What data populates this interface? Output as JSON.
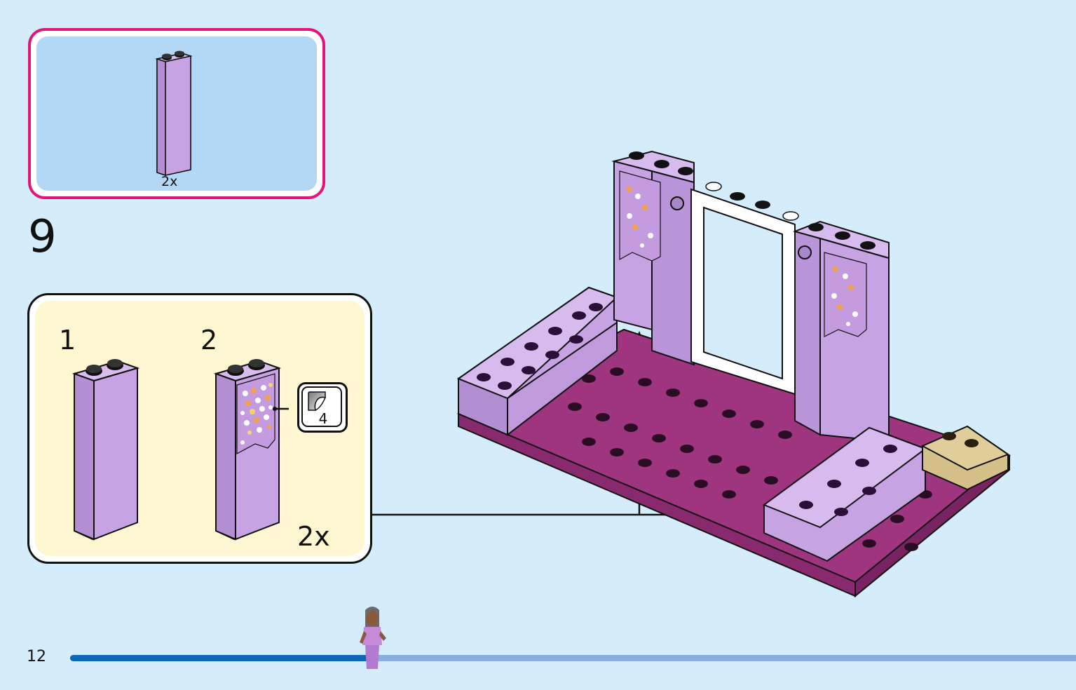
{
  "parts_panel": {
    "quantity_label": "2x",
    "part_icon": "brick-1x2x5-icon",
    "border_color": "#e0167b",
    "background_color": "#b3d8f5"
  },
  "step": {
    "number": "9"
  },
  "sub_assembly": {
    "substeps": [
      {
        "label": "1",
        "icon": "brick-1x2x5-icon"
      },
      {
        "label": "2",
        "icon": "brick-with-sticker-icon"
      }
    ],
    "sticker": {
      "number": "4",
      "icon": "sticker-icon"
    },
    "quantity_label": "2x",
    "background_color": "#fff7d2"
  },
  "main_model": {
    "icon": "stage-model-icon"
  },
  "footer": {
    "page_number": "12",
    "progress": 0.3,
    "progress_icon": "minifigure-icon",
    "fill_color": "#0d67b4",
    "track_color": "#8aaede"
  }
}
